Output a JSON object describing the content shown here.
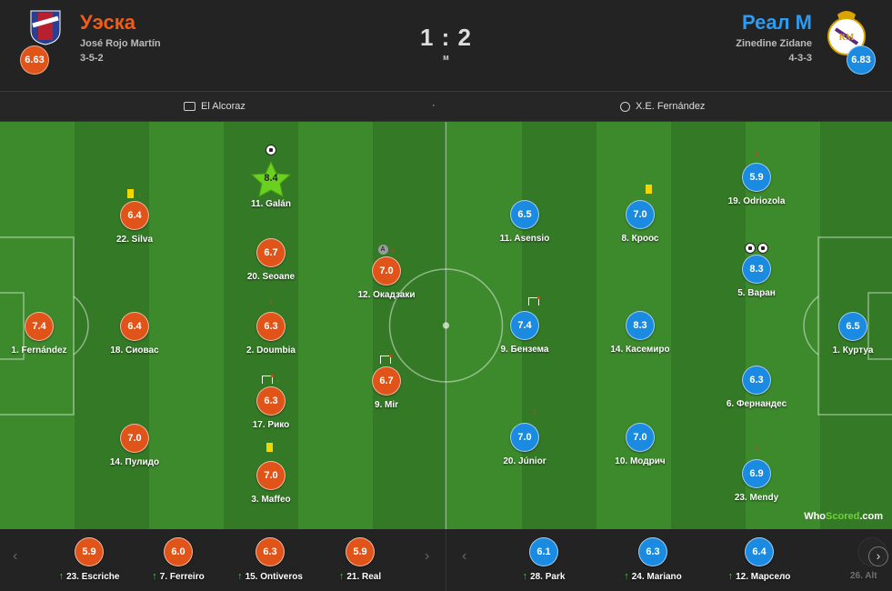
{
  "home": {
    "name": "Уэска",
    "manager": "José Rojo Martín",
    "formation": "3-5-2",
    "rating": "6.63",
    "color": "#e0541a"
  },
  "away": {
    "name": "Реал М",
    "manager": "Zinedine Zidane",
    "formation": "4-3-3",
    "rating": "6.83",
    "color": "#1a8be0"
  },
  "score": "1 : 2",
  "status": "м",
  "venue": "El Alcoraz",
  "separator": "·",
  "referee": "X.E. Fernández",
  "home_players": [
    {
      "num_name": "1. Fernández",
      "rating": "7.4"
    },
    {
      "num_name": "22. Silva",
      "rating": "6.4"
    },
    {
      "num_name": "18. Сиовас",
      "rating": "6.4"
    },
    {
      "num_name": "14. Пулидо",
      "rating": "7.0"
    },
    {
      "num_name": "11. Galán",
      "rating": "8.4"
    },
    {
      "num_name": "20. Seoane",
      "rating": "6.7"
    },
    {
      "num_name": "2. Doumbia",
      "rating": "6.3"
    },
    {
      "num_name": "17. Рико",
      "rating": "6.3"
    },
    {
      "num_name": "3. Maffeo",
      "rating": "7.0"
    },
    {
      "num_name": "12. Окадзаки",
      "rating": "7.0"
    },
    {
      "num_name": "9. Mir",
      "rating": "6.7"
    }
  ],
  "away_players": [
    {
      "num_name": "1. Куртуа",
      "rating": "6.5"
    },
    {
      "num_name": "19. Odriozola",
      "rating": "5.9"
    },
    {
      "num_name": "5. Варан",
      "rating": "8.3"
    },
    {
      "num_name": "6. Фернандес",
      "rating": "6.3"
    },
    {
      "num_name": "23. Mendy",
      "rating": "6.9"
    },
    {
      "num_name": "8. Кроос",
      "rating": "7.0"
    },
    {
      "num_name": "14. Касемиро",
      "rating": "8.3"
    },
    {
      "num_name": "10. Модрич",
      "rating": "7.0"
    },
    {
      "num_name": "11. Asensio",
      "rating": "6.5"
    },
    {
      "num_name": "9. Бензема",
      "rating": "7.4"
    },
    {
      "num_name": "20. Júnior",
      "rating": "7.0"
    }
  ],
  "home_bench": [
    {
      "num_name": "23. Escriche",
      "rating": "5.9"
    },
    {
      "num_name": "7. Ferreiro",
      "rating": "6.0"
    },
    {
      "num_name": "15. Ontiveros",
      "rating": "6.3"
    },
    {
      "num_name": "21. Real",
      "rating": "5.9"
    }
  ],
  "away_bench": [
    {
      "num_name": "28. Park",
      "rating": "6.1"
    },
    {
      "num_name": "24. Mariano",
      "rating": "6.3"
    },
    {
      "num_name": "12. Марсело",
      "rating": "6.4"
    },
    {
      "num_name": "26. Alt",
      "rating": ""
    }
  ],
  "captain_label": "A",
  "brand": {
    "who": "Who",
    "scored": "Scored",
    "com": ".com"
  },
  "icons": {
    "prev": "chevron-left-icon",
    "next": "chevron-right-icon",
    "stadium": "stadium-icon",
    "whistle": "whistle-icon"
  }
}
